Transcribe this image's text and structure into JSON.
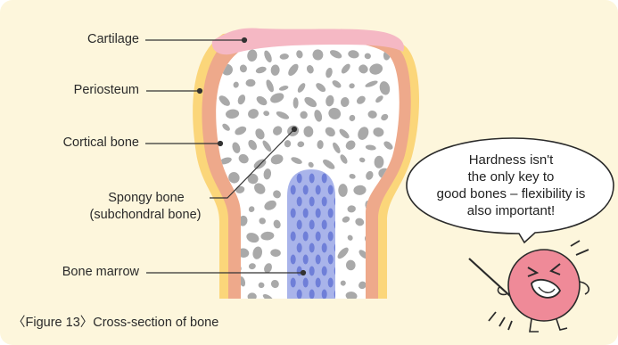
{
  "labels": {
    "cartilage": "Cartilage",
    "periosteum": "Periosteum",
    "cortical_bone": "Cortical bone",
    "spongy_bone_line1": "Spongy bone",
    "spongy_bone_line2": "(subchondral bone)",
    "bone_marrow": "Bone marrow"
  },
  "caption": "〈Figure 13〉Cross-section of bone",
  "speech_bubble": {
    "lines": [
      "Hardness isn't",
      "the only key to",
      "good bones – flexibility is",
      "also important!"
    ]
  },
  "colors": {
    "panel_background": "#fdf6dc",
    "cartilage": "#f5b8c4",
    "periosteum": "#fbd67a",
    "cortical_bone": "#eea98b",
    "spongy_bone_fill": "#ffffff",
    "spongy_bone_pores": "#a9a9a9",
    "bone_marrow": "#a9b4ea",
    "mascot_body": "#ef8a98"
  }
}
